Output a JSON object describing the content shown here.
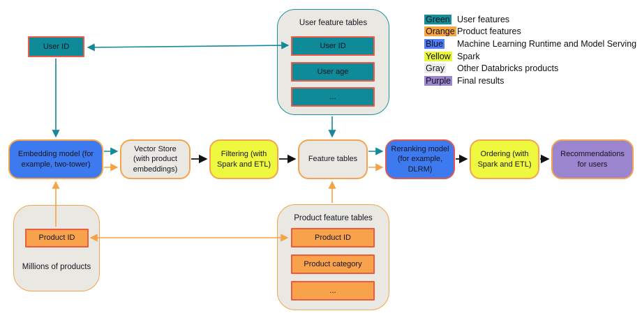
{
  "palette": {
    "teal_fill": "#0e8a99",
    "teal_border": "#1b93a3",
    "coral_border": "#ed5b48",
    "orange_fill": "#f9a24c",
    "orange_border": "#f4a44c",
    "orange_arrow": "#f5a345",
    "blue_fill": "#3d7af0",
    "red_border": "#e0574e",
    "yellow_fill": "#eef83e",
    "gray_fill": "#eae8e2",
    "purple_fill": "#9c85cf",
    "teal_arrow": "#13899a",
    "black_arrow": "#111111"
  },
  "nodes": {
    "user_id": "User ID"
  },
  "user_feature_tables": {
    "title": "User feature tables",
    "rows": [
      "User ID",
      "User age",
      "..."
    ]
  },
  "product_feature_tables": {
    "title": "Product feature tables",
    "rows": [
      "Product ID",
      "Product category",
      "..."
    ]
  },
  "millions": {
    "product_id": "Product ID",
    "caption": "Millions of products"
  },
  "pipeline": {
    "embedding": "Embedding model (for example, two-tower)",
    "vector_store": "Vector Store (with product embeddings)",
    "filtering": "Filtering (with Spark and ETL)",
    "feature_tables": "Feature tables",
    "reranking": "Reranking model (for example, DLRM)",
    "ordering": "Ordering (with Spark and ETL)",
    "recommendations": "Recommendations for users"
  },
  "legend": {
    "items": [
      {
        "swatch": "Green",
        "color": "#12919c",
        "label": "User features"
      },
      {
        "swatch": "Orange",
        "color": "#f6a543",
        "label": "Product features"
      },
      {
        "swatch": "Blue",
        "color": "#4d7ef7",
        "label": "Machine Learning Runtime and Model Serving"
      },
      {
        "swatch": "Yellow",
        "color": "#e9f63e",
        "label": "Spark"
      },
      {
        "swatch": "Gray",
        "color": "#ececec",
        "label": "Other Databricks products"
      },
      {
        "swatch": "Purple",
        "color": "#9c85d0",
        "label": "Final results"
      }
    ]
  }
}
